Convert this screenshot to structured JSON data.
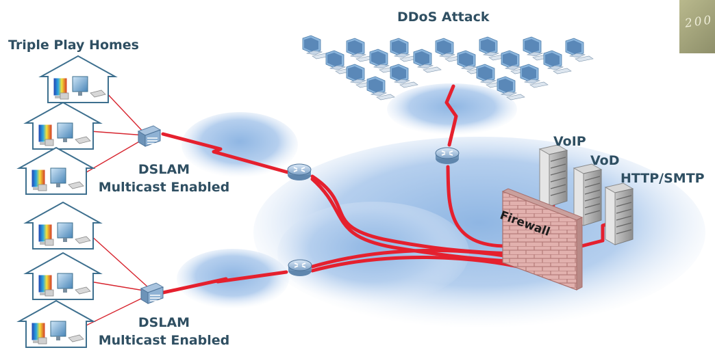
{
  "labels": {
    "homes": "Triple Play Homes",
    "ddos": "DDoS Attack",
    "dslam_top_line1": "DSLAM",
    "dslam_top_line2": "Multicast Enabled",
    "dslam_bottom_line1": "DSLAM",
    "dslam_bottom_line2": "Multicast Enabled",
    "voip": "VoIP",
    "vod": "VoD",
    "http_smtp": "HTTP/SMTP",
    "firewall": "Firewall",
    "badge": "200"
  },
  "icons": {
    "house": "house-with-pc-icon",
    "attacker": "computer-terminal-icon",
    "dslam": "dslam-switch-icon",
    "router": "router-icon",
    "server": "server-rack-icon",
    "firewall": "brick-firewall-icon",
    "cloud": "network-cloud-icon"
  },
  "colors": {
    "link": "#e5202e",
    "label": "#2f4f62",
    "cloud": "#a9c6e6",
    "brick": "#d9a3a3",
    "house_outline": "#3d6f8e"
  }
}
